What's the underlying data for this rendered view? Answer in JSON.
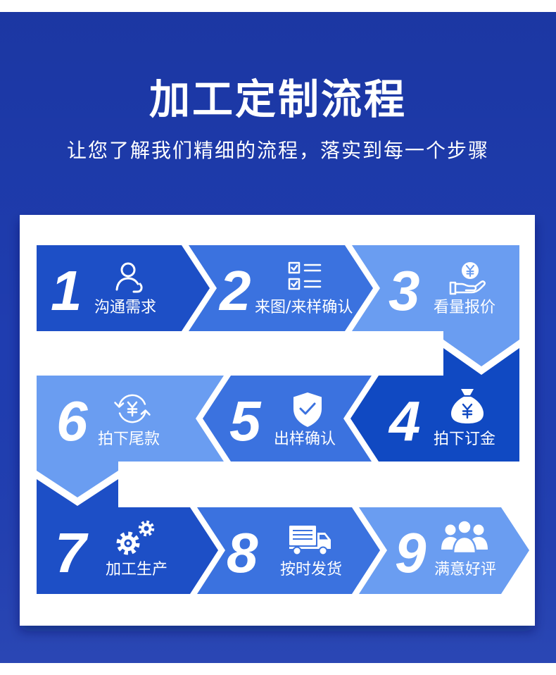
{
  "header": {
    "title": "加工定制流程",
    "subtitle": "让您了解我们精细的流程，落实到每一个步骤"
  },
  "theme": {
    "background": "#1f3db0",
    "card": "#ffffff"
  },
  "steps": [
    {
      "number": "1",
      "label": "沟通需求",
      "icon": "person-icon",
      "color": "#1d4fc6"
    },
    {
      "number": "2",
      "label": "来图/来样确认",
      "icon": "checklist-icon",
      "color": "#3b72df"
    },
    {
      "number": "3",
      "label": "看量报价",
      "icon": "money-hand-icon",
      "color": "#6a9df1"
    },
    {
      "number": "4",
      "label": "拍下订金",
      "icon": "money-bag-icon",
      "color": "#1049c2"
    },
    {
      "number": "5",
      "label": "出样确认",
      "icon": "shield-check-icon",
      "color": "#3b72df"
    },
    {
      "number": "6",
      "label": "拍下尾款",
      "icon": "yen-refresh-icon",
      "color": "#6a9df1"
    },
    {
      "number": "7",
      "label": "加工生产",
      "icon": "gears-icon",
      "color": "#1d4fc6"
    },
    {
      "number": "8",
      "label": "按时发货",
      "icon": "truck-icon",
      "color": "#3b72df"
    },
    {
      "number": "9",
      "label": "满意好评",
      "icon": "people-icon",
      "color": "#6a9df1"
    }
  ]
}
